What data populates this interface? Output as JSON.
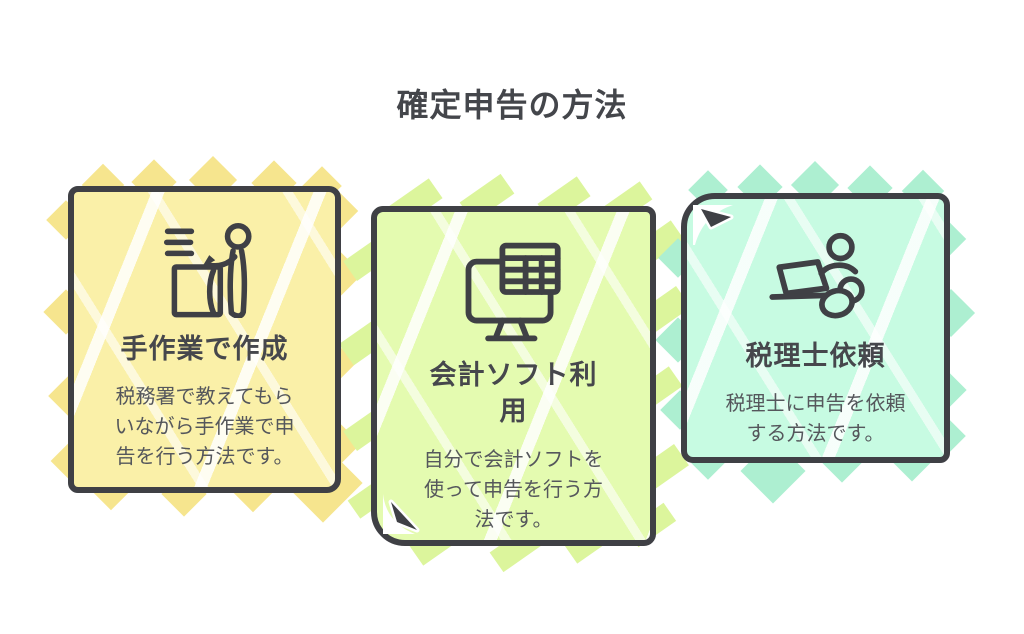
{
  "page": {
    "title": "確定申告の方法",
    "background_color": "#FFFFFF",
    "outline_color": "#3F4045",
    "title_color": "#44464B",
    "body_text_color": "#55575C"
  },
  "cards": [
    {
      "title": "手作業で作成",
      "description": "税務署で教えてもらいながら手作業で申告を行う方法です。",
      "icon": "person-writing-at-counter-icon",
      "fill": "#FAF0A8",
      "accent": "#F6E58E"
    },
    {
      "title": "会計ソフト利用",
      "description": "自分で会計ソフトを使って申告を行う方法です。",
      "icon": "computer-with-spreadsheet-icon",
      "fill": "#E4FBB0",
      "accent": "#DCF59C"
    },
    {
      "title": "税理士依頼",
      "description": "税理士に申告を依頼する方法です。",
      "icon": "laptop-accountant-icon",
      "fill": "#C7FBE2",
      "accent": "#ADEFD1"
    }
  ]
}
